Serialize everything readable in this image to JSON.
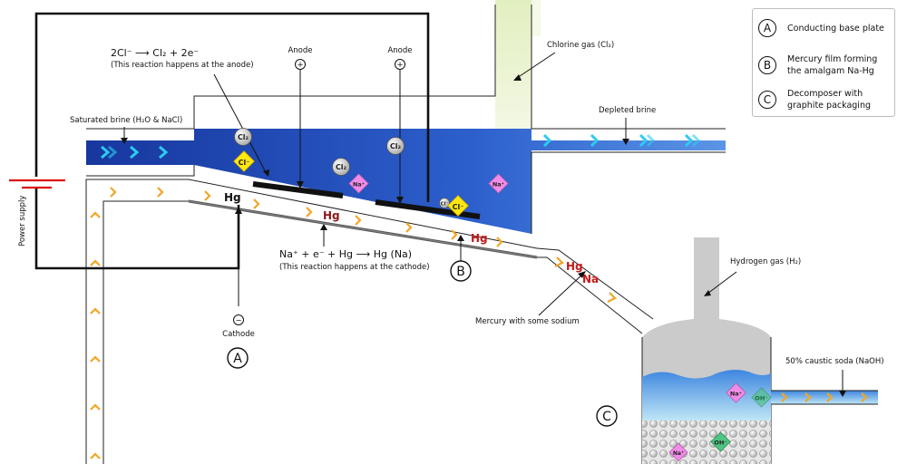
{
  "legend": [
    {
      "key": "A",
      "text": "Conducting base plate"
    },
    {
      "key": "B",
      "text": "Mercury film forming the amalgam Na-Hg"
    },
    {
      "key": "C",
      "text": "Decomposer with graphite packaging"
    }
  ],
  "labels": {
    "power_supply": "Power supply",
    "saturated_brine": "Saturated brine (H₂O & NaCl)",
    "anode_reaction": "2Cl⁻ ⟶ Cl₂ + 2e⁻",
    "anode_reaction_note": "(This reaction happens at the anode)",
    "anode": "Anode",
    "chlorine_gas": "Chlorine gas (Cl₂)",
    "depleted_brine": "Depleted brine",
    "cathode_reaction": "Na⁺ + e⁻ + Hg ⟶ Hg (Na)",
    "cathode_reaction_note": "(This reaction happens at the cathode)",
    "cathode": "Cathode",
    "mercury_sodium": "Mercury with some sodium",
    "hydrogen_gas": "Hydrogen gas (H₂)",
    "caustic_soda": "50% caustic soda (NaOH)",
    "marker_a": "A",
    "marker_b": "B",
    "marker_c": "C",
    "plus": "+",
    "minus": "−"
  },
  "ions": {
    "cl2": "Cl₂",
    "cl_minus": "Cl⁻",
    "na_plus": "Na⁺",
    "oh_minus": "OH⁻",
    "hg": "Hg",
    "na": "Na"
  },
  "colors": {
    "brine_dark": "#1d47b8",
    "brine_light": "#4a86e0",
    "arrow_cyan": "#2ecbf2",
    "arrow_orange": "#f2a623",
    "mercury_red": "#c41a1a",
    "hg_dark_red": "#8b1818",
    "chlorine_gas": "#d9e8b0",
    "hydrogen_gas": "#c7c7c7",
    "na_pink": "#f08ce8",
    "oh_green": "#4fc482",
    "cl_yellow": "#ffe70f",
    "wire_red": "#d11"
  }
}
